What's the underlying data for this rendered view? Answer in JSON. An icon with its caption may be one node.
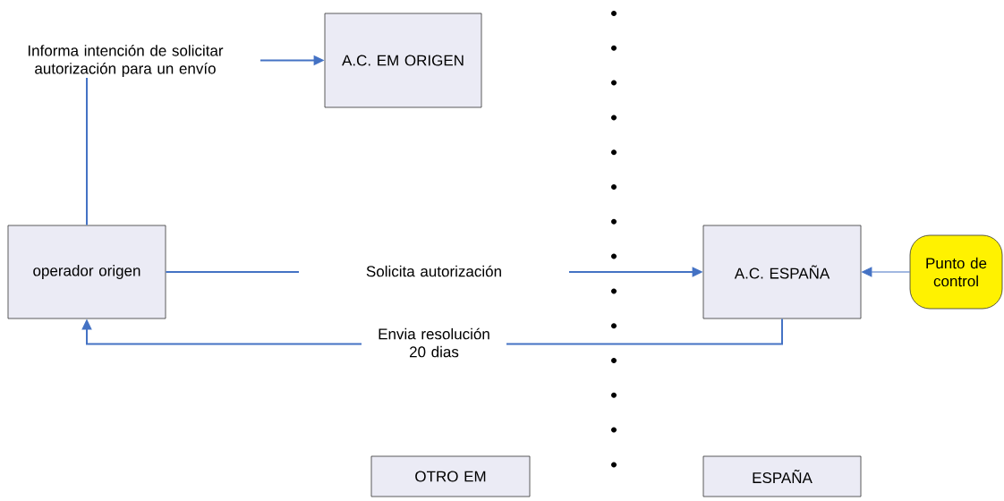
{
  "diagram": {
    "nodes": [
      {
        "text": [
          "A.C. EM ORIGEN"
        ]
      },
      {
        "text": [
          "operador origen"
        ]
      },
      {
        "text": [
          "A.C.  ESPAÑA"
        ]
      },
      {
        "text": [
          "Punto de control"
        ]
      },
      {
        "text": [
          "OTRO EM"
        ]
      },
      {
        "text": [
          "ESPAÑA"
        ]
      }
    ],
    "edges": [
      {
        "from": 1,
        "to": 0,
        "arrow": "to",
        "label": "Informa intención de solicitar autorización para un envío"
      },
      {
        "from": 1,
        "to": 2,
        "arrow": "to",
        "label": "Solicita autorización"
      },
      {
        "from": 2,
        "to": 1,
        "arrow": "to",
        "label": "Envia resolución 20 dias"
      },
      {
        "from": 3,
        "to": 2,
        "arrow": "to"
      }
    ]
  }
}
